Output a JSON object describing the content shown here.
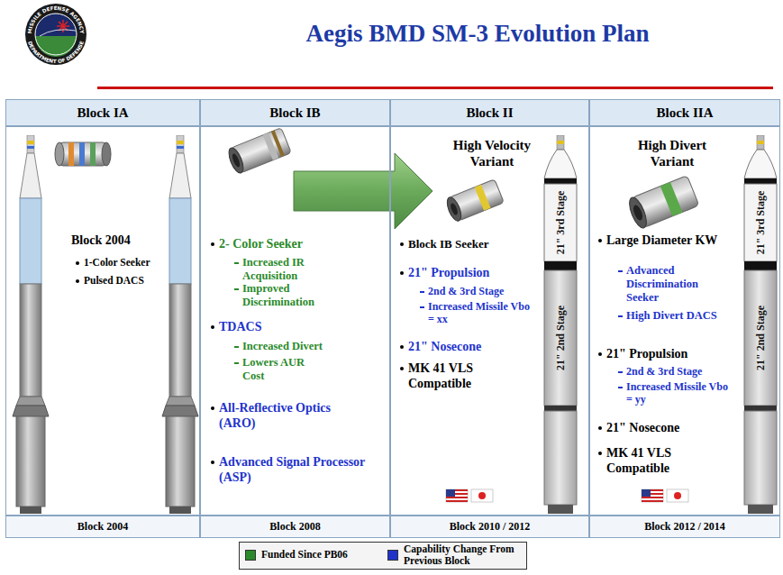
{
  "diagram": {
    "title": "Aegis BMD SM-3 Evolution Plan",
    "nodes": [
      {
        "text": [
          "Block IA"
        ]
      },
      {
        "text": [
          "Block IB"
        ]
      },
      {
        "text": [
          "Block II"
        ]
      },
      {
        "text": [
          "Block IIA"
        ]
      },
      {
        "text": [
          "Block 2004",
          "1-Color Seeker",
          "Pulsed DACS"
        ]
      },
      {
        "text": [
          "2- Color Seeker",
          "Increased IR Acquisition",
          "Improved Discrimination",
          "TDACS",
          "Increased Divert",
          "Lowers AUR Cost",
          "All-Reflective Optics (ARO)",
          "Advanced Signal Processor (ASP)"
        ]
      },
      {
        "text": [
          "High Velocity Variant",
          "Block IB Seeker",
          "21\" Propulsion",
          "2nd & 3rd Stage",
          "Increased Missile Vbo = xx",
          "21\" Nosecone",
          "MK 41 VLS Compatible"
        ]
      },
      {
        "text": [
          "High Divert Variant",
          "Large Diameter KW",
          "Advanced Discrimination Seeker",
          "High Divert DACS",
          "21\" Propulsion",
          "2nd & 3rd Stage",
          "Increased Missile Vbo = yy",
          "21\" Nosecone",
          "MK 41 VLS Compatible"
        ]
      },
      {
        "text": [
          "Block 2004"
        ]
      },
      {
        "text": [
          "Block 2008"
        ]
      },
      {
        "text": [
          "Block 2010 / 2012"
        ]
      },
      {
        "text": [
          "Block 2012 / 2014"
        ]
      }
    ],
    "labels": [
      "MISSILE DEFENSE AGENCY",
      "DEPARTMENT OF DEFENSE",
      "21\" 3rd Stage",
      "21\" 2nd Stage",
      "21\" 3rd Stage",
      "21\" 2nd Stage"
    ],
    "legend": [
      {
        "text": "Funded Since PB06",
        "color": "#2a8a2a"
      },
      {
        "text": "Capability Change From Previous Block",
        "color": "#2233cc"
      }
    ]
  }
}
